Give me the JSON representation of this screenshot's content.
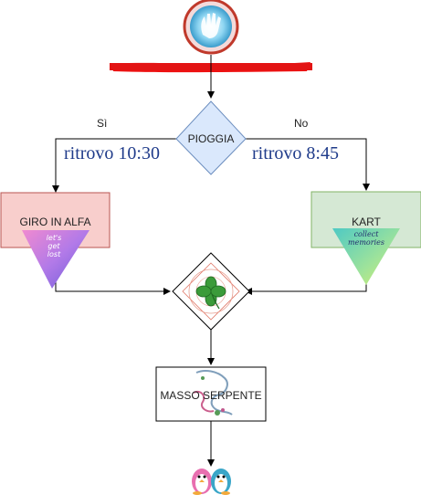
{
  "diagram": {
    "decision": "PIOGGIA",
    "branch_yes_label": "Sì",
    "branch_no_label": "No",
    "yes_time": "ritrovo 10:30",
    "no_time": "ritrovo 8:45",
    "left_box": "GIRO IN ALFA",
    "right_box": "KART",
    "bottom_box": "MASSO SERPENTE",
    "left_sticker_text": "let's get lost",
    "right_sticker_text": "collect memories"
  },
  "colors": {
    "decision_fill": "#dae8fc",
    "decision_stroke": "#6c8ebf",
    "left_fill": "#f8cecc",
    "left_stroke": "#b85450",
    "right_fill": "#d5e8d4",
    "right_stroke": "#82b366",
    "redacted": "#ee1111",
    "time_text": "#1f3b8a"
  }
}
